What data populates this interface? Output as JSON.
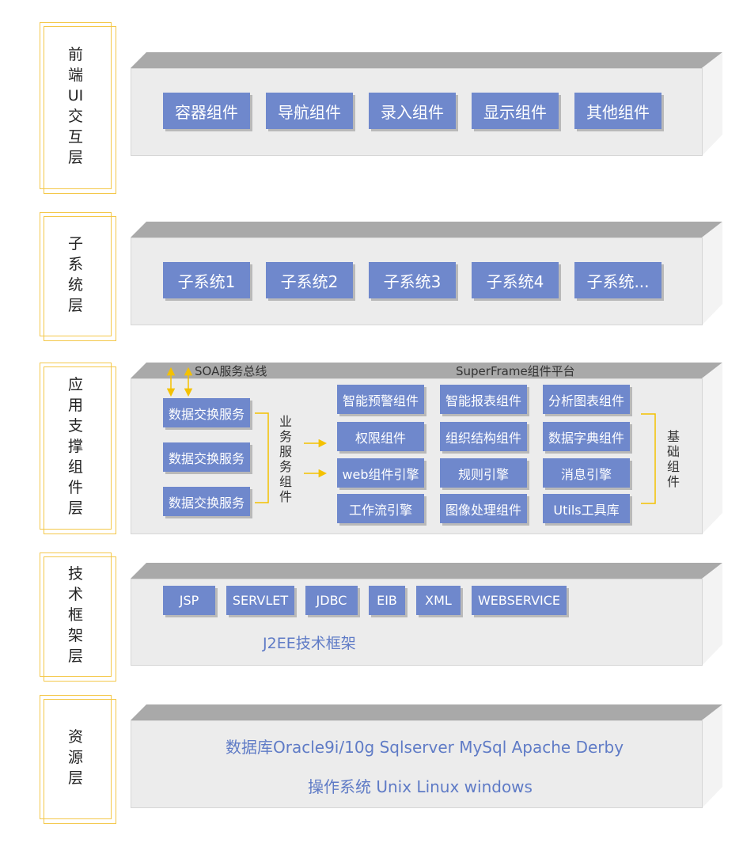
{
  "layers": [
    {
      "label": "前端UI交互层",
      "items": [
        "容器组件",
        "导航组件",
        "录入组件",
        "显示组件",
        "其他组件"
      ]
    },
    {
      "label": "子系统层",
      "items": [
        "子系统1",
        "子系统2",
        "子系统3",
        "子系统4",
        "子系统..."
      ]
    },
    {
      "label": "应用支撑组件层",
      "soa_label": "SOA服务总线",
      "platform_label": "SuperFrame组件平台",
      "exchange_services": [
        "数据交换服务",
        "数据交换服务",
        "数据交换服务"
      ],
      "business_label": "业务服务组件",
      "components": [
        [
          "智能预警组件",
          "智能报表组件",
          "分析图表组件"
        ],
        [
          "权限组件",
          "组织结构组件",
          "数据字典组件"
        ],
        [
          "web组件引擎",
          "规则引擎",
          "消息引擎"
        ],
        [
          "工作流引擎",
          "图像处理组件",
          "Utils工具库"
        ]
      ],
      "base_label": "基础组件"
    },
    {
      "label": "技术框架层",
      "items": [
        "JSP",
        "SERVLET",
        "JDBC",
        "EIB",
        "XML",
        "WEBSERVICE"
      ],
      "caption": "J2EE技术框架"
    },
    {
      "label": "资源层",
      "lines": [
        "数据库Oracle9i/10g Sqlserver MySql Apache Derby",
        "操作系统 Unix Linux windows"
      ]
    }
  ],
  "colors": {
    "component_fill": "#6f88cc",
    "label_border": "#f4c84a",
    "arrow": "#f4c100",
    "panel_fill": "#ececec",
    "panel_top": "#a9a9a9",
    "text_blue": "#5f7bc6"
  }
}
